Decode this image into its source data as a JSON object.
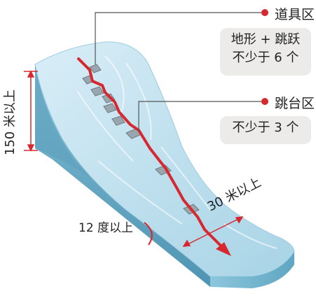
{
  "zones": {
    "props": {
      "title": "道具区",
      "line1": "地形 + 跳跃",
      "line2": "不少于 6 个"
    },
    "jump": {
      "title": "跳台区",
      "line1": "不少于 3 个"
    }
  },
  "dimensions": {
    "height": "150 米以上",
    "width": "30 米以上",
    "slope": "12 度以上"
  },
  "colors": {
    "accent": "#d7282f",
    "snow_top": "#c9e6f2",
    "snow_side": "#6fb4cf",
    "snow_dark": "#4a8fae",
    "label_bg": "#ecebea"
  }
}
